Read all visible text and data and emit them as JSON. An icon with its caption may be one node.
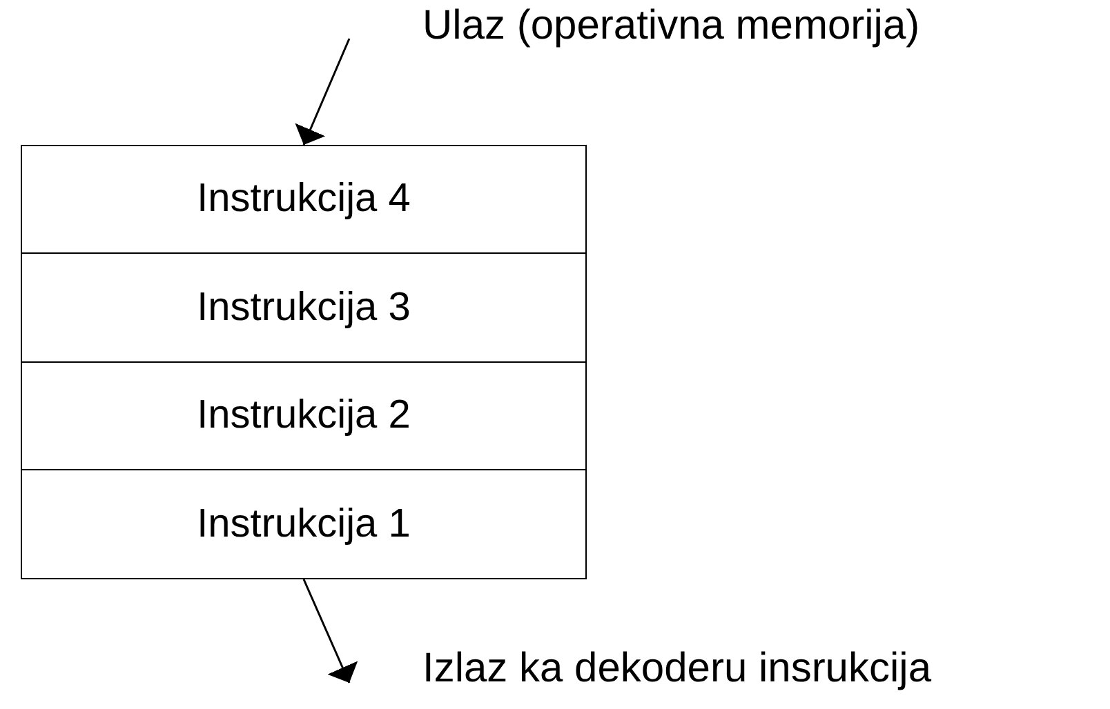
{
  "diagram": {
    "nodes": [
      {
        "text": [
          "Instrukcija 4"
        ]
      },
      {
        "text": [
          "Instrukcija 3"
        ]
      },
      {
        "text": [
          "Instrukcija 2"
        ]
      },
      {
        "text": [
          "Instrukcija 1"
        ]
      }
    ],
    "edges": [
      {
        "from": null,
        "to": 0,
        "arrow": "to"
      },
      {
        "from": 3,
        "to": null,
        "arrow": "to"
      }
    ],
    "labels": [
      "Ulaz (operativna memorija)",
      "Izlaz ka dekoderu insrukcija"
    ]
  }
}
